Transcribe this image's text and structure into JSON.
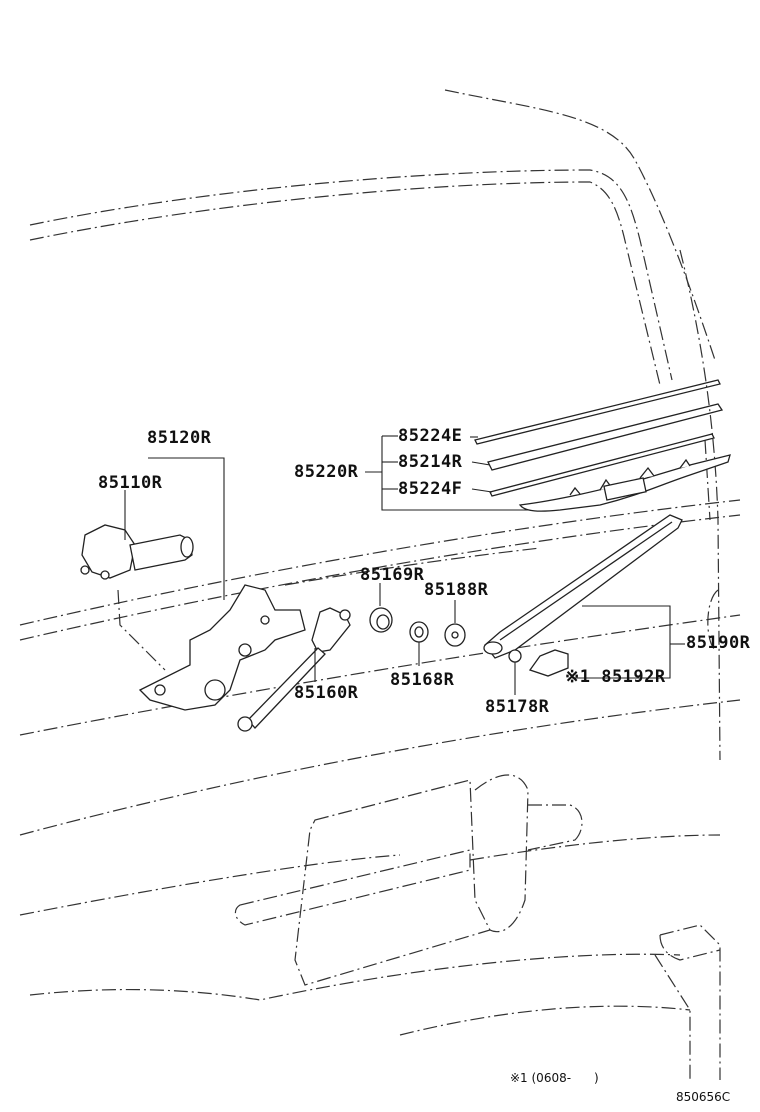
{
  "labels": {
    "p85120R": "85120R",
    "p85110R": "85110R",
    "p85220R": "85220R",
    "p85224E": "85224E",
    "p85214R": "85214R",
    "p85224F": "85224F",
    "p85169R": "85169R",
    "p85188R": "85188R",
    "p85190R": "85190R",
    "p85160R": "85160R",
    "p85168R": "85168R",
    "p85178R": "85178R",
    "p85192R": "※1 85192R"
  },
  "footnote": "※1 (0608-      )",
  "diagram_code": "850656C",
  "colors": {
    "line": "#222222",
    "background": "#ffffff"
  }
}
